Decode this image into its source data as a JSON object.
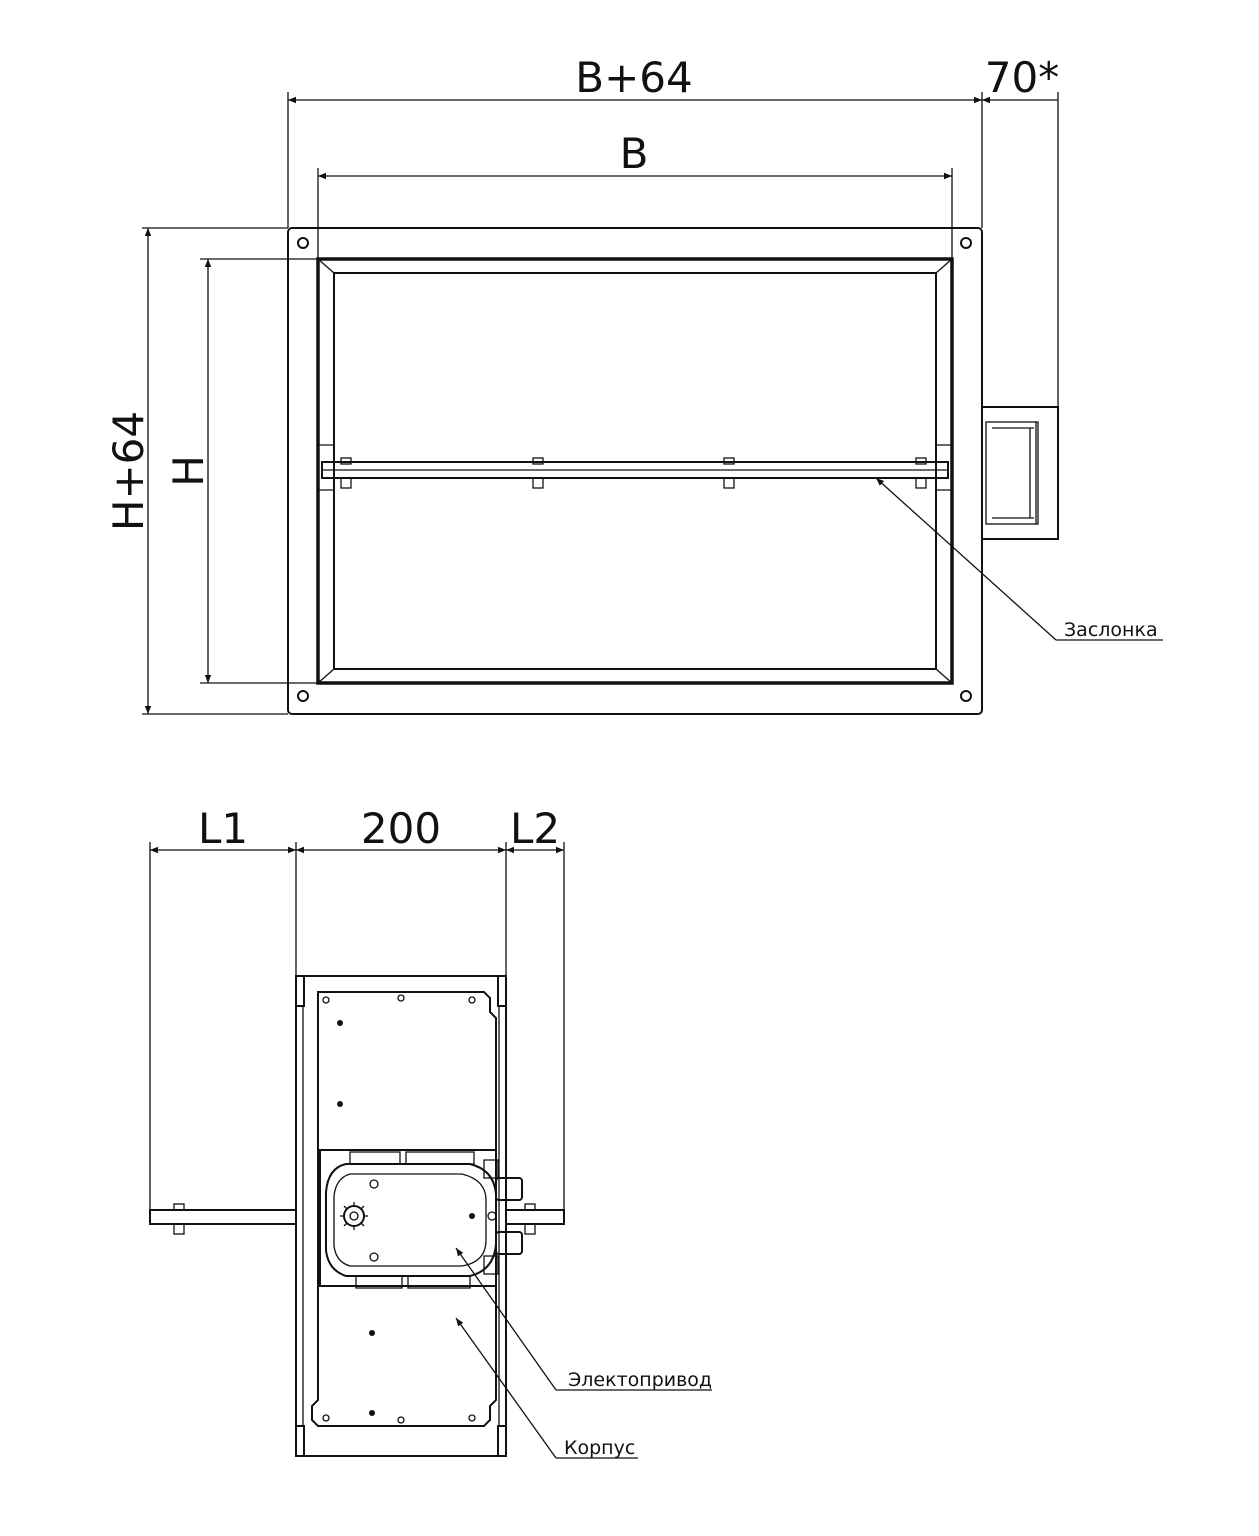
{
  "dimensions": {
    "front_width_outer": "B+64",
    "front_width_inner": "B",
    "actuator_offset": "70*",
    "front_height_outer": "H+64",
    "front_height_inner": "H",
    "side_l1": "L1",
    "side_length": "200",
    "side_l2": "L2"
  },
  "labels": {
    "damper_blade": "Заслонка",
    "actuator": "Электопривод",
    "housing": "Корпус"
  }
}
